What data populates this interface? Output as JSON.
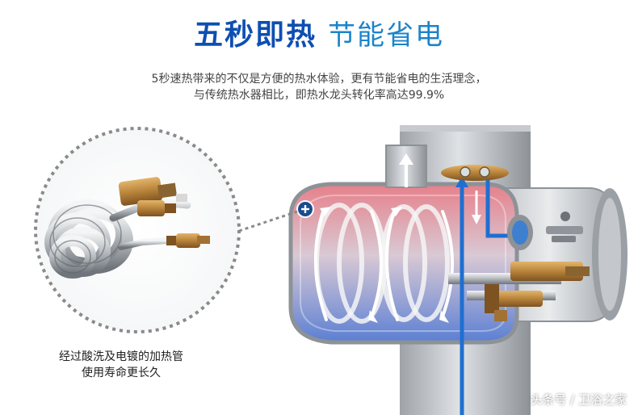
{
  "headline": {
    "bold_text": "五秒即热",
    "light_text": "节能省电"
  },
  "subtitle": {
    "line1": "5秒速热带来的不仅是方便的热水体验，更有节能省电的生活理念，",
    "line2": "与传统热水器相比，即热水龙头转化率高达99.9%"
  },
  "inset_caption": {
    "line1": "经过酸洗及电镀的加热管",
    "line2": "使用寿命更长久"
  },
  "watermark": "头条号 / 卫浴之家",
  "colors": {
    "headline_blue": "#0e4fb1",
    "headline_light_blue": "#1b84c9",
    "hot_red": "#e2545a",
    "cold_blue": "#1f6fd1",
    "copper": "#b8833a"
  },
  "icons": {
    "plus_marker": "plus-circle-icon",
    "flow_arrows": "arrow-icon"
  }
}
